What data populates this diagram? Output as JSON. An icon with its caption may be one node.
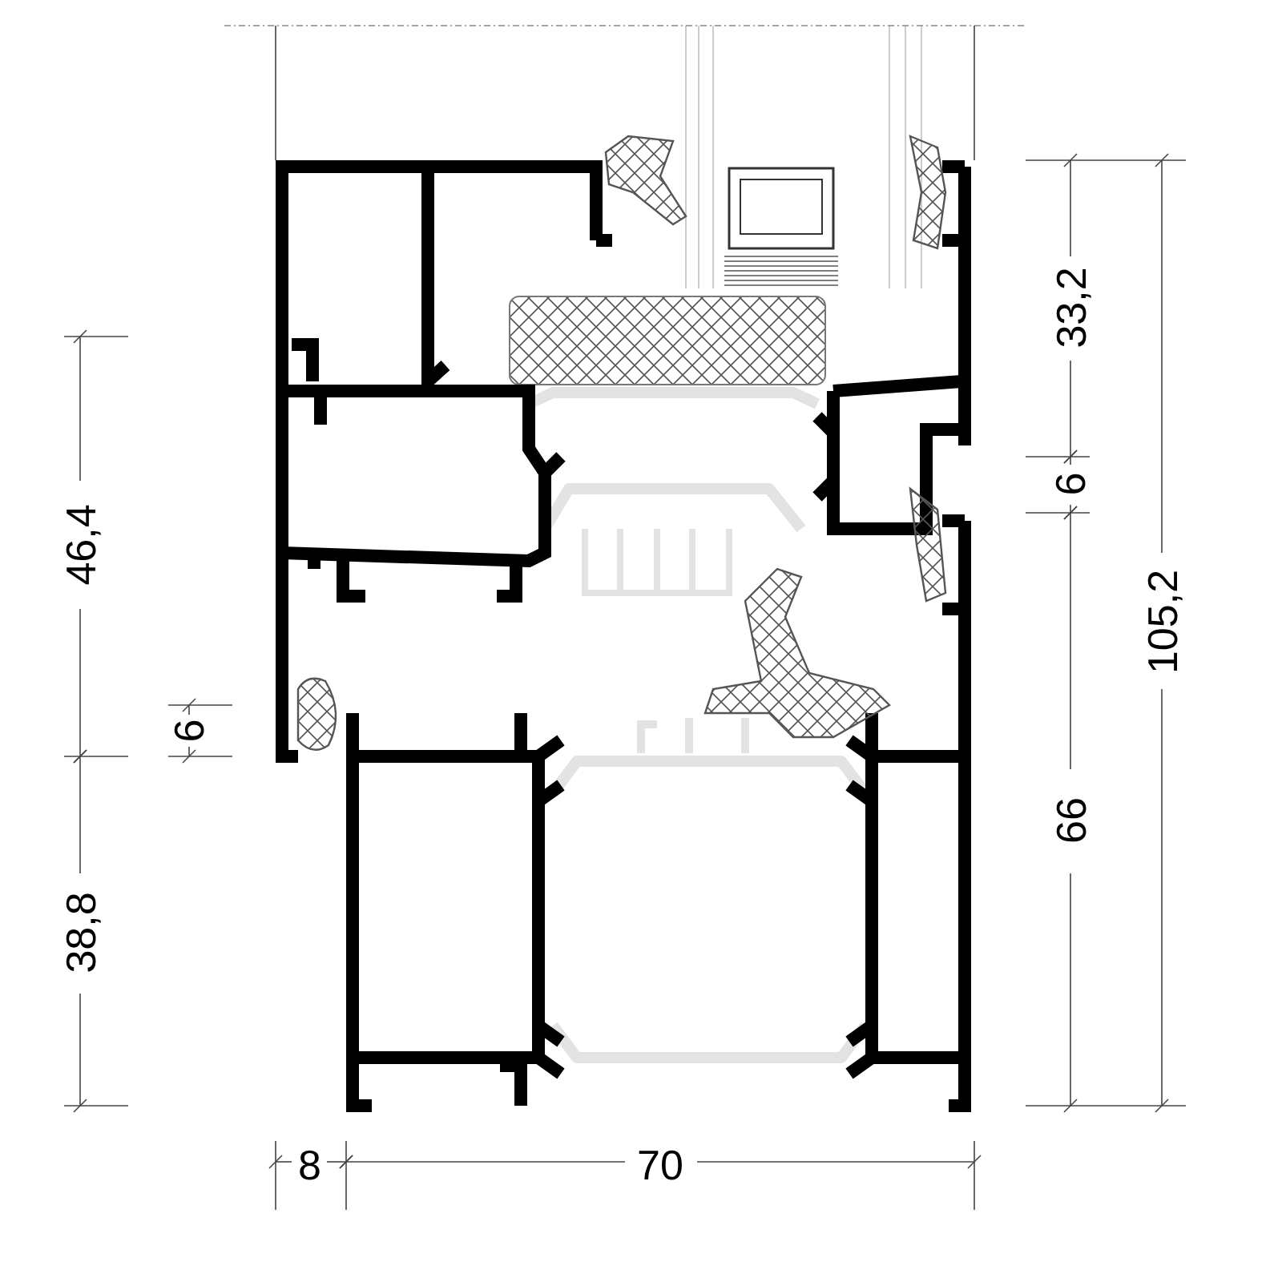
{
  "diagram": {
    "labels": [
      "33,2",
      "46,4",
      "6",
      "105,2",
      "6",
      "66",
      "38,8",
      "8",
      "70"
    ]
  }
}
